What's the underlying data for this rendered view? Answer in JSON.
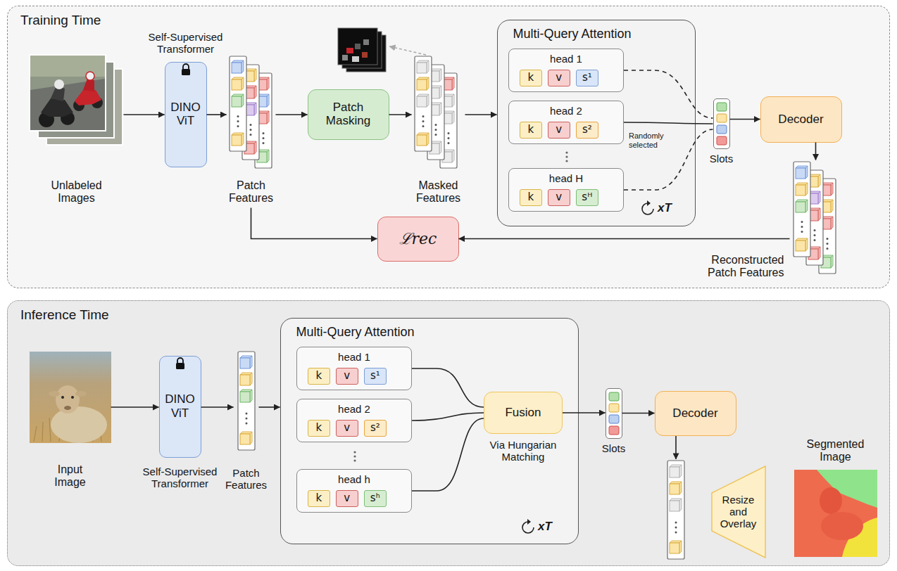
{
  "diagram": {
    "nodes": [
      {
        "text": [
          "Training Time"
        ]
      },
      {
        "text": [
          "Unlabeled Images"
        ],
        "in": 0
      },
      {
        "text": [
          "Self-Supervised Transformer",
          "DINO ViT"
        ],
        "in": 0
      },
      {
        "text": [
          "Patch Features"
        ],
        "in": 0
      },
      {
        "text": [
          "Patch Masking"
        ],
        "in": 0
      },
      {
        "text": [
          "Masked Features"
        ],
        "in": 0
      },
      {
        "text": [
          "Multi-Query Attention"
        ],
        "in": 0
      },
      {
        "text": [
          "head 1"
        ],
        "in": 6
      },
      {
        "text": [
          "k"
        ],
        "in": 7
      },
      {
        "text": [
          "v"
        ],
        "in": 7
      },
      {
        "text": [
          "s¹"
        ],
        "in": 7
      },
      {
        "text": [
          "head 2"
        ],
        "in": 6
      },
      {
        "text": [
          "k"
        ],
        "in": 11
      },
      {
        "text": [
          "v"
        ],
        "in": 11
      },
      {
        "text": [
          "s²"
        ],
        "in": 11
      },
      {
        "text": [
          "head H"
        ],
        "in": 6
      },
      {
        "text": [
          "k"
        ],
        "in": 15
      },
      {
        "text": [
          "v"
        ],
        "in": 15
      },
      {
        "text": [
          "sᴴ"
        ],
        "in": 15
      },
      {
        "text": [
          "Slots"
        ],
        "in": 0
      },
      {
        "text": [
          "Decoder"
        ],
        "in": 0
      },
      {
        "text": [
          "Reconstructed Patch Features"
        ],
        "in": 0
      },
      {
        "text": [
          "ℒrec"
        ],
        "in": 0
      },
      {
        "text": [
          "Inference Time"
        ]
      },
      {
        "text": [
          "Input Image"
        ],
        "in": 23
      },
      {
        "text": [
          "DINO ViT",
          "Self-Supervised Transformer"
        ],
        "in": 23
      },
      {
        "text": [
          "Patch Features"
        ],
        "in": 23
      },
      {
        "text": [
          "Multi-Query Attention"
        ],
        "in": 23
      },
      {
        "text": [
          "head 1"
        ],
        "in": 27
      },
      {
        "text": [
          "k"
        ],
        "in": 28
      },
      {
        "text": [
          "v"
        ],
        "in": 28
      },
      {
        "text": [
          "s¹"
        ],
        "in": 28
      },
      {
        "text": [
          "head 2"
        ],
        "in": 27
      },
      {
        "text": [
          "k"
        ],
        "in": 32
      },
      {
        "text": [
          "v"
        ],
        "in": 32
      },
      {
        "text": [
          "s²"
        ],
        "in": 32
      },
      {
        "text": [
          "head h"
        ],
        "in": 27
      },
      {
        "text": [
          "k"
        ],
        "in": 36
      },
      {
        "text": [
          "v"
        ],
        "in": 36
      },
      {
        "text": [
          "sʰ"
        ],
        "in": 36
      },
      {
        "text": [
          "Fusion",
          "Via Hungarian Matching"
        ],
        "in": 27
      },
      {
        "text": [
          "Slots"
        ],
        "in": 23
      },
      {
        "text": [
          "Decoder"
        ],
        "in": 23
      },
      {
        "text": [
          "Resize and Overlay"
        ],
        "in": 23
      },
      {
        "text": [
          "Segmented Image"
        ],
        "in": 23
      }
    ],
    "edges": [
      {
        "from": 1,
        "to": 2,
        "arrow": "to"
      },
      {
        "from": 2,
        "to": 3,
        "arrow": "to"
      },
      {
        "from": 3,
        "to": 4,
        "arrow": "to"
      },
      {
        "from": 4,
        "to": 5,
        "arrow": "to"
      },
      {
        "from": 5,
        "to": 6,
        "arrow": "to"
      },
      {
        "from": 7,
        "to": 19,
        "arrow": "none"
      },
      {
        "from": 11,
        "to": 19,
        "arrow": "none"
      },
      {
        "from": 15,
        "to": 19,
        "arrow": "none"
      },
      {
        "from": 19,
        "to": 20,
        "arrow": "to"
      },
      {
        "from": 20,
        "to": 21,
        "arrow": "to"
      },
      {
        "from": 21,
        "to": 22,
        "arrow": "to"
      },
      {
        "from": 3,
        "to": 22,
        "arrow": "to"
      },
      {
        "from": 24,
        "to": 25,
        "arrow": "to"
      },
      {
        "from": 25,
        "to": 26,
        "arrow": "to"
      },
      {
        "from": 26,
        "to": 27,
        "arrow": "to"
      },
      {
        "from": 28,
        "to": 40,
        "arrow": "none"
      },
      {
        "from": 32,
        "to": 40,
        "arrow": "none"
      },
      {
        "from": 36,
        "to": 40,
        "arrow": "none"
      },
      {
        "from": 40,
        "to": 41,
        "arrow": "to"
      },
      {
        "from": 41,
        "to": 42,
        "arrow": "to"
      }
    ],
    "labels": [
      "Randomly selected",
      "xT",
      "xT"
    ]
  }
}
